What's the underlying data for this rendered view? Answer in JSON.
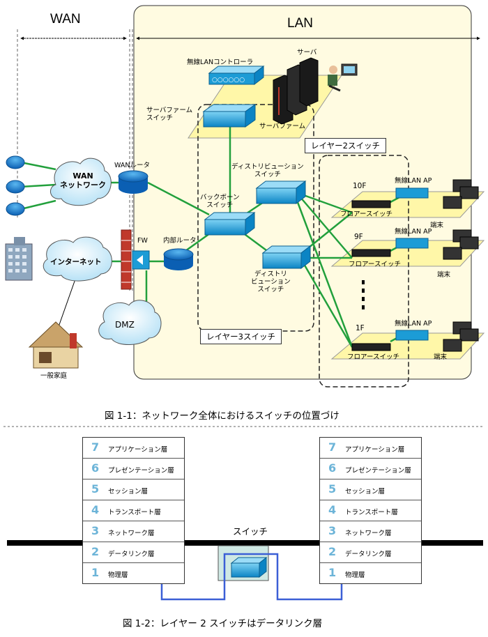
{
  "wan_title": "WAN",
  "lan_title": "LAN",
  "labels": {
    "wireless_controller": "無線LANコントローラ",
    "server": "サーバ",
    "server_farm_switch": "サーバファーム\nスイッチ",
    "server_farm": "サーバファーム",
    "layer2_switch": "レイヤー2スイッチ",
    "wan_router": "WANルータ",
    "wan_network": "WAN\nネットワーク",
    "distribution_switch_top": "ディストリビューション\nスイッチ",
    "backbone_switch": "バックボーン\nスイッチ",
    "internet": "インターネット",
    "fw": "FW",
    "internal_router": "内部ルータ",
    "distribution_switch_bottom": "ディストリ\nビューション\nスイッチ",
    "dmz": "DMZ",
    "layer3_switch": "レイヤー3スイッチ",
    "home": "一般家庭",
    "floor_10": "10F",
    "floor_9": "9F",
    "floor_1": "1F",
    "floor_switch": "フロアースイッチ",
    "wireless_ap": "無線LAN AP",
    "terminal": "端末"
  },
  "caption1": "図 1-1：ネットワーク全体におけるスイッチの位置づけ",
  "caption2": "図 1-2：レイヤー 2 スイッチはデータリンク層",
  "osi_layers": [
    {
      "num": "7",
      "name": "アプリケーション層"
    },
    {
      "num": "6",
      "name": "プレゼンテーション層"
    },
    {
      "num": "5",
      "name": "セッション層"
    },
    {
      "num": "4",
      "name": "トランスポート層"
    },
    {
      "num": "3",
      "name": "ネットワーク層"
    },
    {
      "num": "2",
      "name": "データリンク層"
    },
    {
      "num": "1",
      "name": "物理層"
    }
  ],
  "switch_label": "スイッチ",
  "colors": {
    "lan_bg": "#fffbe1",
    "floor_plate": "#fff7a8",
    "link_green": "#22a03c",
    "cable_blue": "#3b5fd6",
    "switch_blue": "#1c9cd6",
    "osi_number": "#6cb4d8"
  }
}
